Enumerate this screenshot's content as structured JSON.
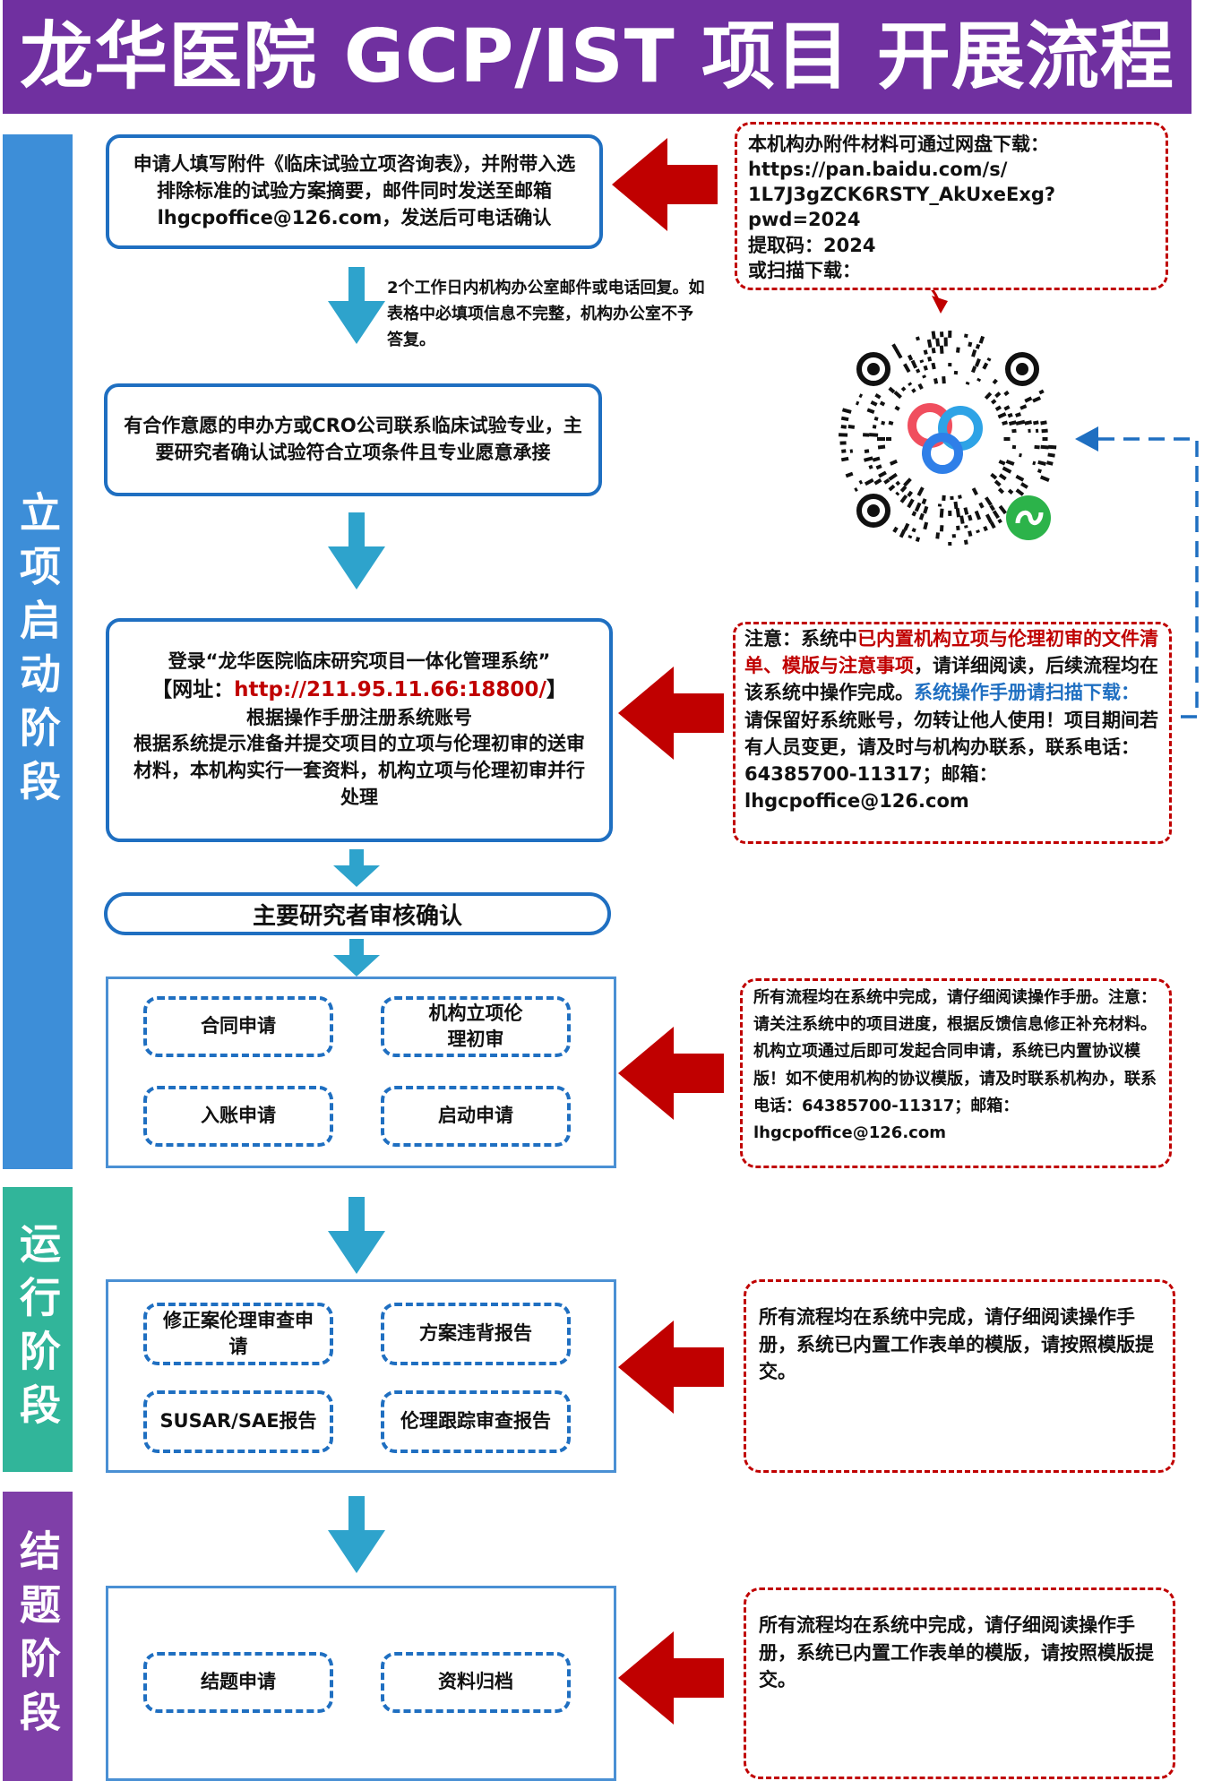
{
  "title": "龙华医院 GCP/IST 项目 开展流程",
  "stages": {
    "initiation": "立项启动阶段",
    "operation": "运行阶段",
    "closing": "结题阶段"
  },
  "steps": {
    "apply": "申请人填写附件《临床试验立项咨询表》，并附带入选排除标准的试验方案摘要，邮件同时发送至邮箱lhgcpoffice@126.com，发送后可电话确认",
    "reply_note": "2个工作日内机构办公室邮件或电话回复。如表格中必填项信息不完整，机构办公室不予答复。",
    "sponsor": "有合作意愿的申办方或CRO公司联系临床试验专业，主要研究者确认试验符合立项条件且专业愿意承接",
    "login_line1": "登录“龙华医院临床研究项目一体化管理系统”",
    "login_url_prefix": "【网址：",
    "login_url": "http://211.95.11.66:18800/",
    "login_url_suffix": "】",
    "login_line3": "根据操作手册注册系统账号",
    "login_line4": "根据系统提示准备并提交项目的立项与伦理初审的送审材料，本机构实行一套资料，机构立项与伦理初审并行处理",
    "pi_review": "主要研究者审核确认"
  },
  "initiation_items": [
    "合同申请",
    "机构立项伦理初审",
    "入账申请",
    "启动申请"
  ],
  "operation_items": [
    "修正案伦理审查申请",
    "方案违背报告",
    "SUSAR/SAE报告",
    "伦理跟踪审查报告"
  ],
  "closing_items": [
    "结题申请",
    "资料归档"
  ],
  "notes": {
    "download": [
      "本机构办附件材料可通过网盘下载：",
      "https://pan.baidu.com/s/",
      "1L7J3gZCK6RSTY_AkUxeExg?",
      "pwd=2024",
      "提取码：2024",
      "或扫描下载："
    ],
    "system_prefix": "注意：系统中",
    "system_red": "已内置机构立项与伦理初审的文件清单、模版与注意事项",
    "system_mid": "，请详细阅读，后续流程均在该系统中操作完成。",
    "system_blue": "系统操作手册请扫描下载：",
    "system_rest": "请保留好系统账号，勿转让他人使用！项目期间若有人员变更，请及时与机构办联系，联系电话：64385700-11317；邮箱：lhgcpoffice@126.com",
    "contract": "所有流程均在系统中完成，请仔细阅读操作手册。注意：请关注系统中的项目进度，根据反馈信息修正补充材料。机构立项通过后即可发起合同申请，系统已内置协议模版！如不使用机构的协议模版，请及时联系机构办，联系电话：64385700-11317；邮箱：lhgcpoffice@126.com",
    "operation": "所有流程均在系统中完成，请仔细阅读操作手册，系统已内置工作表单的模版，请按照模版提交。",
    "closing": "所有流程均在系统中完成，请仔细阅读操作手册，系统已内置工作表单的模版，请按照模版提交。"
  },
  "icons": {
    "qr": "qr-code-icon",
    "baidu": "baidu-netdisk-logo-icon",
    "miniprogram": "wechat-miniprogram-icon"
  },
  "colors": {
    "title_bg": "#7030a0",
    "stage1": "#3d8ed8",
    "stage2": "#31b59a",
    "stage3": "#7f3fa8",
    "box_border": "#1f6fc1",
    "flow_arrow": "#2ea3cc",
    "red_arrow": "#c00000"
  }
}
